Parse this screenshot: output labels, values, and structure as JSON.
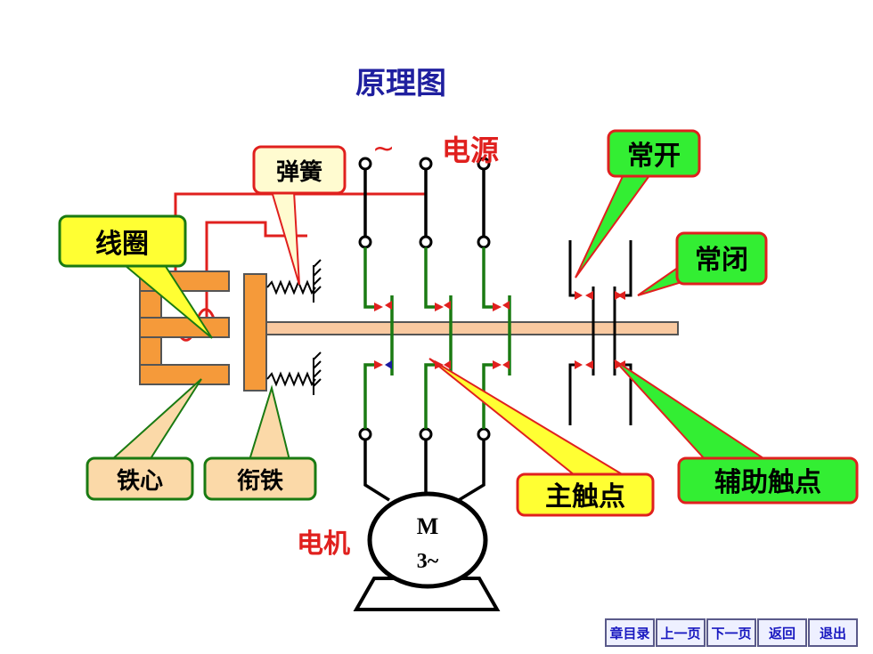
{
  "title": "原理图",
  "labels": {
    "power_tilde": "~",
    "power": "电源",
    "spring": "弹簧",
    "coil": "线圈",
    "no": "常开",
    "nc": "常闭",
    "core": "铁心",
    "armature": "衔铁",
    "main_contact": "主触点",
    "aux_contact": "辅助触点",
    "motor": "电机",
    "motor_m": "M",
    "motor_phase": "3~"
  },
  "nav": {
    "chapter": "章目录",
    "prev": "上一页",
    "next": "下一页",
    "back": "返回",
    "exit": "退出"
  },
  "colors": {
    "title": "#1f1f9f",
    "red": "#e0201e",
    "green": "#1a7a12",
    "orange": "#f59a3a",
    "rod": "#f9c9a0",
    "callout_yellow": "#ffff33",
    "callout_green": "#33ee33",
    "callout_tan": "#fbd9a8",
    "callout_cream": "#fffbd0"
  }
}
